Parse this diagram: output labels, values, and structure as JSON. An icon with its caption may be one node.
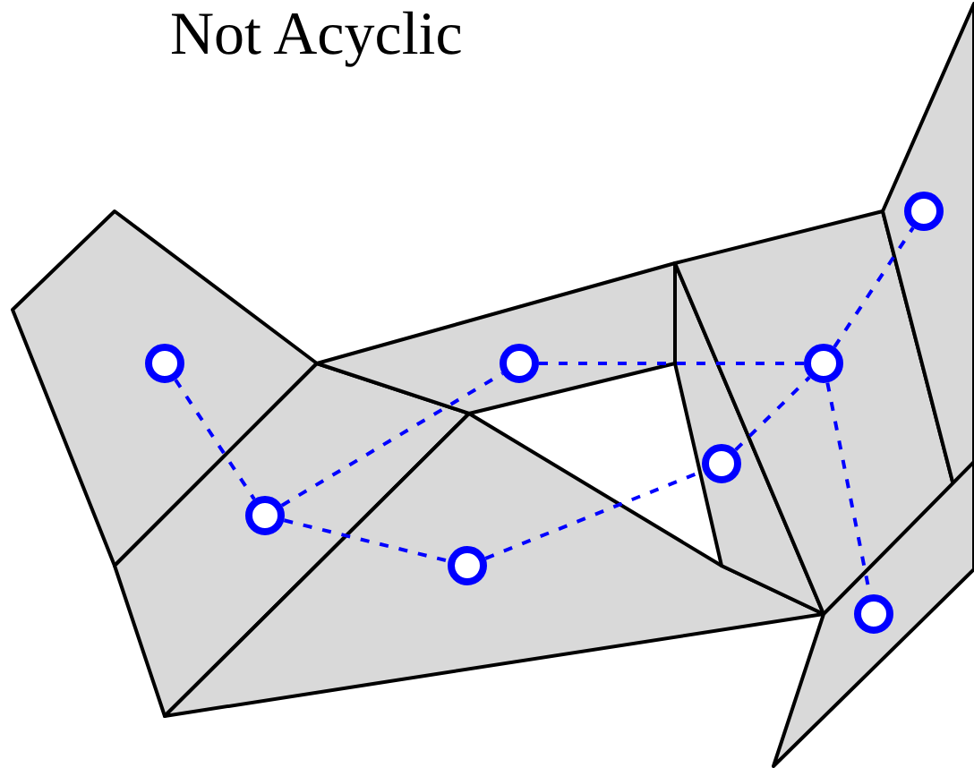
{
  "diagram": {
    "title": "Not Acyclic",
    "nodes": [
      {
        "text": [],
        "shape": "circle"
      },
      {
        "text": [],
        "shape": "circle"
      },
      {
        "text": [],
        "shape": "circle"
      },
      {
        "text": [],
        "shape": "circle"
      },
      {
        "text": [],
        "shape": "circle"
      },
      {
        "text": [],
        "shape": "circle"
      },
      {
        "text": [],
        "shape": "circle"
      },
      {
        "text": [],
        "shape": "circle"
      }
    ],
    "edges": [
      {
        "from": 0,
        "to": 1,
        "arrow": "none",
        "style": "dashed"
      },
      {
        "from": 1,
        "to": 2,
        "arrow": "none",
        "style": "dashed"
      },
      {
        "from": 1,
        "to": 3,
        "arrow": "none",
        "style": "dashed"
      },
      {
        "from": 2,
        "to": 5,
        "arrow": "none",
        "style": "dashed"
      },
      {
        "from": 3,
        "to": 4,
        "arrow": "none",
        "style": "dashed"
      },
      {
        "from": 4,
        "to": 5,
        "arrow": "none",
        "style": "dashed"
      },
      {
        "from": 5,
        "to": 6,
        "arrow": "none",
        "style": "dashed"
      },
      {
        "from": 5,
        "to": 7,
        "arrow": "none",
        "style": "dashed"
      }
    ]
  }
}
